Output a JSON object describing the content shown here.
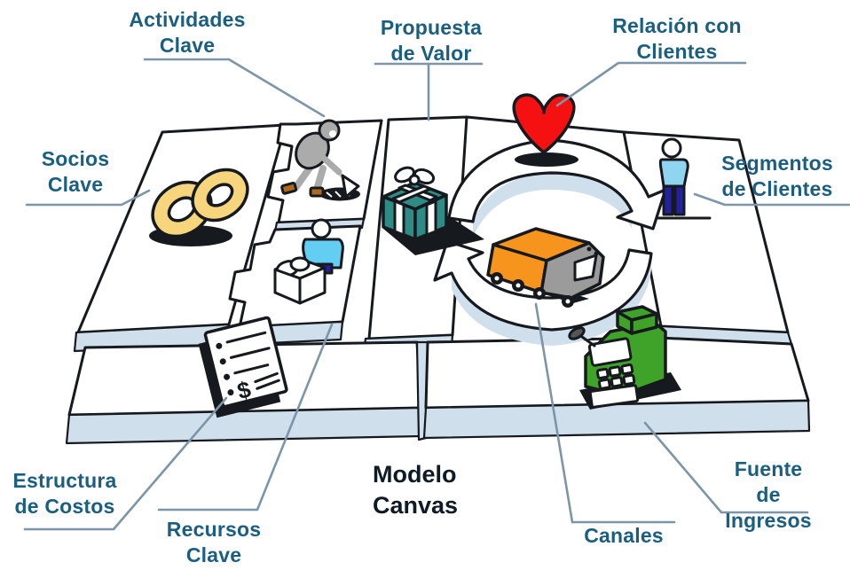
{
  "title": "Modelo\nCanvas",
  "doc_symbol": "$",
  "blocks": [
    {
      "id": "socios-clave",
      "label": "Socios\nClave",
      "icon": "chain-links-icon"
    },
    {
      "id": "actividades-clave",
      "label": "Actividades\nClave",
      "icon": "worker-digging-icon"
    },
    {
      "id": "recursos-clave",
      "label": "Recursos\nClave",
      "icon": "person-packing-box-icon"
    },
    {
      "id": "propuesta-de-valor",
      "label": "Propuesta\nde Valor",
      "icon": "gift-box-icon"
    },
    {
      "id": "relacion-con-clientes",
      "label": "Relación con\nClientes",
      "icon": "heart-icon"
    },
    {
      "id": "canales",
      "label": "Canales",
      "icon": "delivery-truck-icon"
    },
    {
      "id": "segmentos-de-clientes",
      "label": "Segmentos\nde Clientes",
      "icon": "customer-person-icon"
    },
    {
      "id": "estructura-de-costos",
      "label": "Estructura\nde Costos",
      "icon": "cost-document-icon"
    },
    {
      "id": "fuente-de-ingresos",
      "label": "Fuente de\nIngresos",
      "icon": "cash-register-icon"
    }
  ],
  "colors": {
    "label_blue": "#1a5e80",
    "title_dark": "#0e1b24",
    "connector": "#7d95a8",
    "ink": "#16191d",
    "edge_blue": "#cfdfec",
    "chain_yellow": "#f6d57c",
    "heart_red": "#f51111",
    "gift_teal": "#2e8b85",
    "truck_orange": "#f7941d",
    "cab_gray": "#9b9b9b",
    "register_green": "#3fa32a",
    "shirt_light_blue": "#8fd4f0",
    "shirt_cyan": "#63cdf2",
    "worker_gray": "#ababab",
    "pants_blue": "#2222a0",
    "shoe_brown": "#b06a1e",
    "paper_white": "#ffffff"
  }
}
